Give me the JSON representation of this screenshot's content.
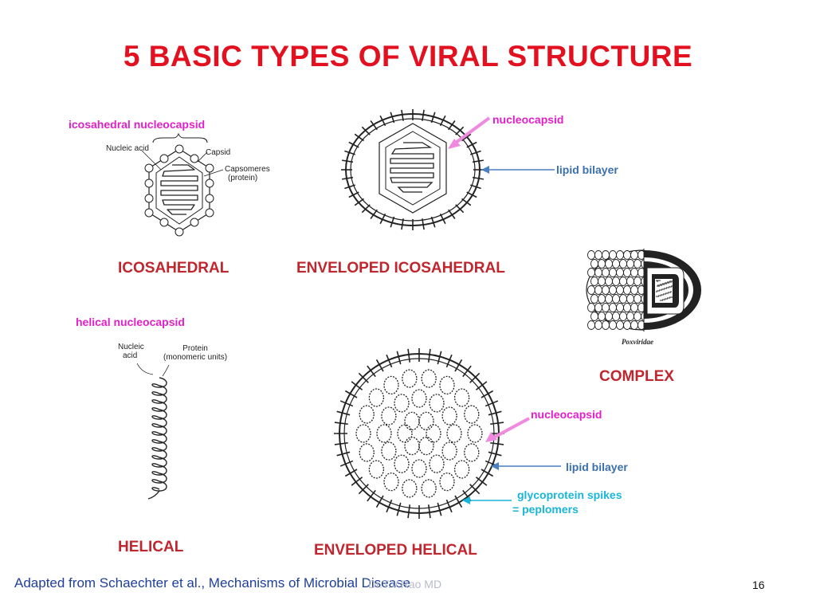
{
  "title": "5 BASIC TYPES OF VIRAL STRUCTURE",
  "icosahedral": {
    "caption": "icosahedral nucleocapsid",
    "nucleic_acid": "Nucleic acid",
    "capsid": "Capsid",
    "capsomeres_line1": "Capsomeres",
    "capsomeres_line2": "(protein)",
    "label": "ICOSAHEDRAL"
  },
  "enveloped_icosahedral": {
    "nucleocapsid": "nucleocapsid",
    "lipid_bilayer": "lipid bilayer",
    "label": "ENVELOPED ICOSAHEDRAL"
  },
  "complex": {
    "family": "Poxviridae",
    "label": "COMPLEX"
  },
  "helical": {
    "caption": "helical nucleocapsid",
    "nucleic_acid_line1": "Nucleic",
    "nucleic_acid_line2": "acid",
    "protein_line1": "Protein",
    "protein_line2": "(monomeric units)",
    "label": "HELICAL"
  },
  "enveloped_helical": {
    "nucleocapsid": "nucleocapsid",
    "lipid_bilayer": "lipid bilayer",
    "spikes_line1": "glycoprotein spikes",
    "spikes_line2": "= peplomers",
    "label": "ENVELOPED HELICAL"
  },
  "footer": "Adapted from Schaechter et al., Mechanisms of Microbial Disease",
  "watermark": "Dr.T.V.Rao MD",
  "page_number": "16",
  "colors": {
    "title": "#e3101f",
    "type_label": "#c0262d",
    "nucleocapsid_label": "#e020c8",
    "lipid_label": "#3a6fb0",
    "spike_label": "#19b6d8",
    "footer": "#1f3f99"
  }
}
